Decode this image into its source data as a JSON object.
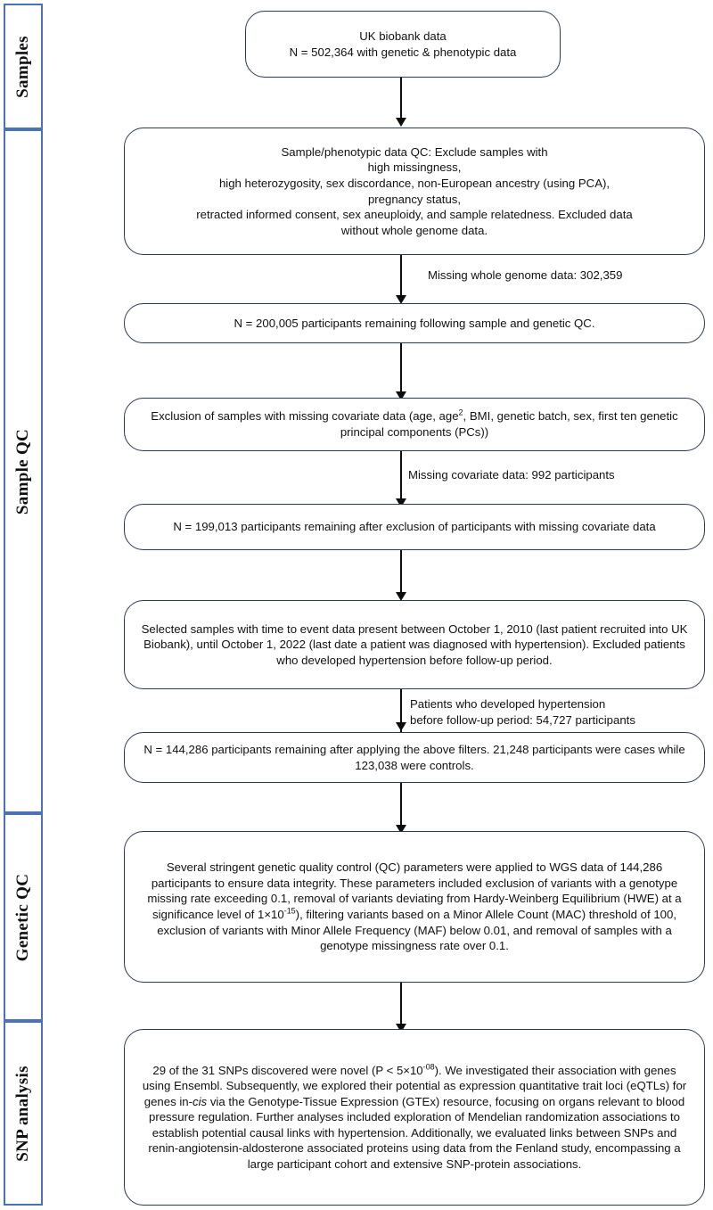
{
  "stages": [
    {
      "id": "samples",
      "label": "Samples"
    },
    {
      "id": "sample-qc",
      "label": "Sample QC"
    },
    {
      "id": "genetic-qc",
      "label": "Genetic QC"
    },
    {
      "id": "snp-analysis",
      "label": "SNP analysis"
    }
  ],
  "nodes": [
    {
      "id": "uk-biobank-data",
      "text": "UK biobank data\nN = 502,364 with genetic & phenotypic data"
    },
    {
      "id": "sample-phenotypic-qc",
      "text": "Sample/phenotypic data QC: Exclude samples with\nhigh missingness,\nhigh heterozygosity, sex discordance, non-European ancestry (using PCA),\npregnancy status,\nretracted informed consent, sex aneuploidy, and sample relatedness.  Excluded data\nwithout whole genome data."
    },
    {
      "id": "remaining-200005",
      "text": "N = 200,005 participants remaining following sample and genetic QC."
    },
    {
      "id": "exclusion-missing-covariates",
      "text_html": "Exclusion of samples with missing covariate data (age, age<sup>2</sup>, BMI, genetic batch, sex, first ten genetic principal components (PCs))"
    },
    {
      "id": "remaining-199013",
      "text": "N = 199,013 participants remaining after exclusion of participants with missing covariate data"
    },
    {
      "id": "time-to-event-selection",
      "text": "Selected samples with time to event data present between October 1, 2010 (last patient recruited into UK Biobank), until October 1, 2022 (last date a patient was diagnosed with hypertension). Excluded patients who developed hypertension before follow-up period."
    },
    {
      "id": "remaining-144286",
      "text": "N = 144,286 participants remaining after applying the above filters. 21,248 participants were cases while 123,038 were controls."
    },
    {
      "id": "genetic-qc-parameters",
      "text_html": "Several stringent genetic quality control (QC) parameters were applied to WGS data of 144,286 participants to ensure data integrity. These parameters included exclusion of variants with a genotype missing rate exceeding 0.1, removal of variants deviating from Hardy-Weinberg Equilibrium (HWE) at a significance level of 1&times;10<sup>-15</sup>), filtering variants based on a Minor Allele Count (MAC) threshold of 100, exclusion of variants with Minor Allele Frequency (MAF) below 0.01, and removal of samples with a genotype missingness rate over 0.1."
    },
    {
      "id": "snp-analysis-summary",
      "text_html": "29 of the 31 SNPs discovered were novel (P &lt; 5&times;10<sup>-08</sup>). We investigated their association with genes using Ensembl. Subsequently, we explored their potential as expression quantitative trait loci (eQTLs) for genes in-<span class=\"ital\">cis</span> via the Genotype-Tissue Expression (GTEx) resource, focusing on organs relevant to blood pressure regulation. Further analyses included exploration of Mendelian randomization associations to establish potential causal links with hypertension. Additionally, we evaluated links between SNPs and renin-angiotensin-aldosterone associated proteins using data from the Fenland study, encompassing a large participant cohort and extensive SNP-protein associations."
    }
  ],
  "edge_labels": [
    {
      "id": "missing-whole-genome",
      "text": "Missing whole genome data: 302,359"
    },
    {
      "id": "missing-covariate",
      "text": "Missing covariate data: 992 participants"
    },
    {
      "id": "hypertension-before-fu",
      "text": "Patients who developed hypertension\nbefore follow-up period: 54,727 participants"
    }
  ],
  "colors": {
    "rail_border": "#4a72b8",
    "node_border": "#2b3a55",
    "connector": "#0d0d0d",
    "text": "#111111",
    "background": "#ffffff"
  }
}
